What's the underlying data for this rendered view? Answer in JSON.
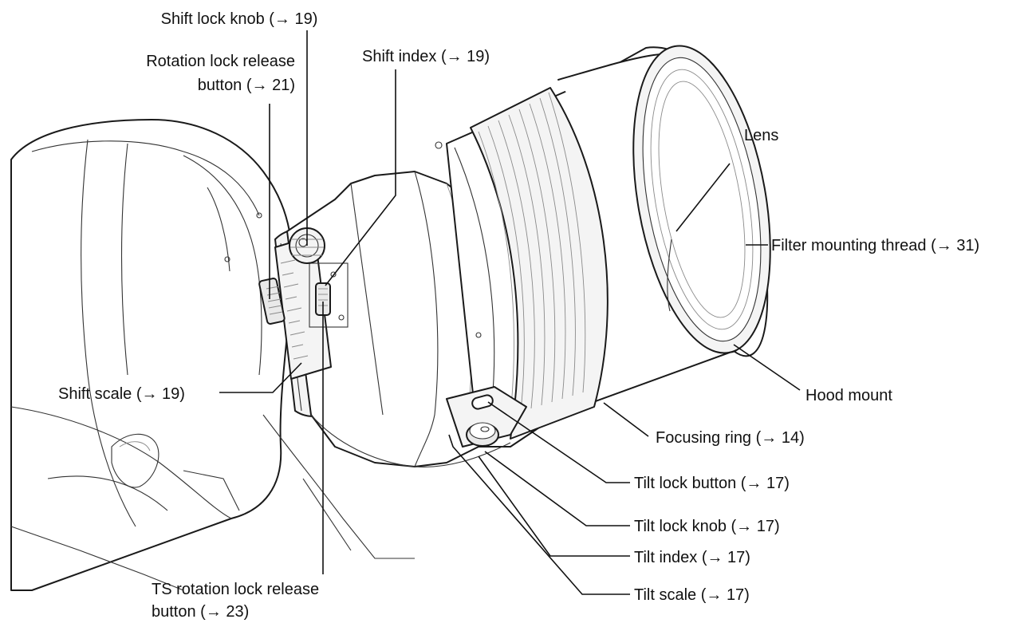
{
  "labels": {
    "shift_lock_knob": "Shift lock knob (→ 19)",
    "rotation_lock_line1": "Rotation lock release",
    "rotation_lock_line2": "button (→ 21)",
    "shift_index": "Shift index (→ 19)",
    "lens": "Lens",
    "filter_thread": "Filter mounting thread (→ 31)",
    "shift_scale": "Shift scale (→ 19)",
    "hood_mount": "Hood mount",
    "focusing_ring": "Focusing ring (→ 14)",
    "tilt_lock_button": "Tilt lock button (→ 17)",
    "tilt_lock_knob": "Tilt lock knob (→ 17)",
    "tilt_index": "Tilt index (→ 17)",
    "tilt_scale": "Tilt scale (→ 17)",
    "ts_rotation_line1": "TS rotation lock release",
    "ts_rotation_line2": "button (→ 23)"
  }
}
